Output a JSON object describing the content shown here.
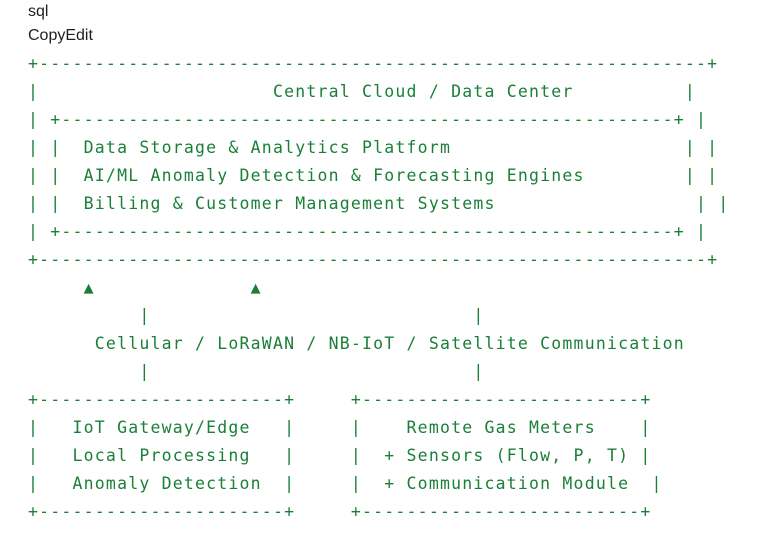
{
  "code_header": {
    "language": "sql",
    "copy_label": "CopyEdit"
  },
  "code_lines": [
    "+------------------------------------------------------------+",
    "|                     Central Cloud / Data Center          |",
    "| +-------------------------------------------------------+ |",
    "| |  Data Storage & Analytics Platform                     | |",
    "| |  AI/ML Anomaly Detection & Forecasting Engines         | |",
    "| |  Billing & Customer Management Systems                  | |",
    "| +-------------------------------------------------------+ |",
    "+------------------------------------------------------------+",
    "     ▲              ▲",
    "          |                             |",
    "      Cellular / LoRaWAN / NB-IoT / Satellite Communication",
    "          |                             |",
    "+----------------------+     +-------------------------+",
    "|   IoT Gateway/Edge   |     |    Remote Gas Meters    |",
    "|   Local Processing   |     |  + Sensors (Flow, P, T) |",
    "|   Anomaly Detection  |     |  + Communication Module  |",
    "+----------------------+     +-------------------------+"
  ]
}
